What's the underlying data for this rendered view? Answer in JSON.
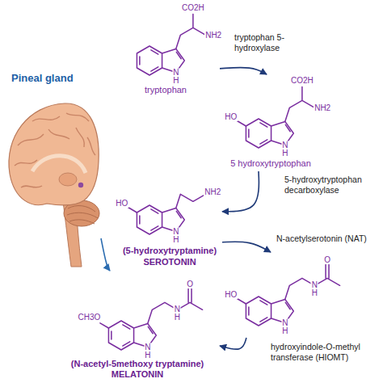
{
  "diagram": {
    "nodes": [
      {
        "text": [
          "CO2H",
          "NH2",
          "N H",
          "tryptophan"
        ]
      },
      {
        "text": [
          "Pineal gland"
        ]
      },
      {
        "text": [
          "CO2H",
          "HO",
          "NH2",
          "N H",
          "5 hydroxytryptophan"
        ]
      },
      {
        "text": [
          "HO",
          "NH2",
          "N H",
          "(5-hydroxytryptamine)",
          "SEROTONIN"
        ]
      },
      {
        "text": [
          "HO",
          "O",
          "N H",
          "N H"
        ]
      },
      {
        "text": [
          "CH3O",
          "O",
          "N H",
          "N H",
          "(N-acetyl-5methoxy tryptamine)",
          "MELATONIN"
        ]
      }
    ],
    "edges": [
      {
        "from": 0,
        "to": 2,
        "label": "tryptophan 5-hydroxylase",
        "arrow": "to"
      },
      {
        "from": 2,
        "to": 3,
        "label": "5-hydroxytryptophan decarboxylase",
        "arrow": "to"
      },
      {
        "from": 3,
        "to": 4,
        "label": "N-acetylserotonin (NAT)",
        "arrow": "to"
      },
      {
        "from": 4,
        "to": 5,
        "label": "hydroxyindole-O-methyl transferase (HIOMT)",
        "arrow": "to"
      },
      {
        "from": 1,
        "to": 3,
        "arrow": "to"
      }
    ]
  }
}
